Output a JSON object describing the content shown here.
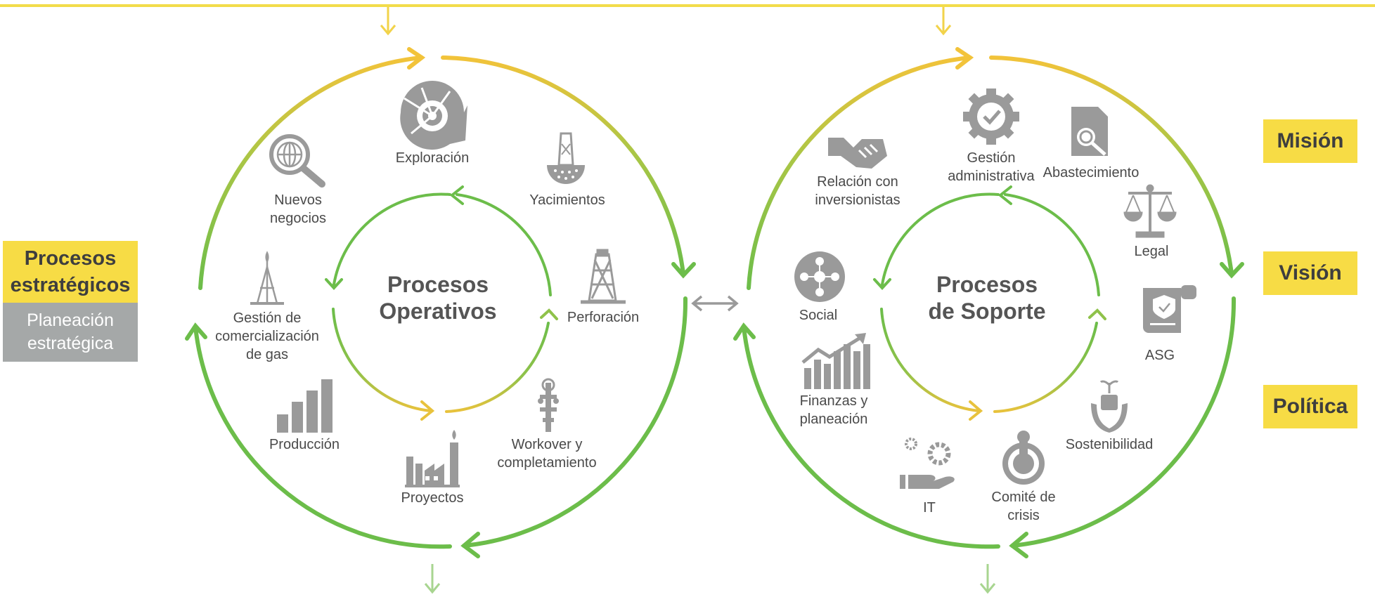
{
  "colors": {
    "yellow": "#f2c33a",
    "green": "#6cbd4a",
    "light_green": "#a8d590",
    "icon_gray": "#9a9a9a",
    "badge_yellow": "#f7dc45",
    "badge_gray": "#a5a8a8"
  },
  "left_panel": {
    "strategic": "Procesos\nestratégicos",
    "planning": "Planeación\nestratégica"
  },
  "operativos": {
    "title": "Procesos\nOperativos",
    "items": [
      {
        "label": "Exploración",
        "icon": "ammonite-fossil-icon"
      },
      {
        "label": "Yacimientos",
        "icon": "reservoir-rig-icon"
      },
      {
        "label": "Perforación",
        "icon": "drilling-rig-icon"
      },
      {
        "label": "Workover y\ncompletamiento",
        "icon": "wellhead-icon"
      },
      {
        "label": "Proyectos",
        "icon": "factory-icon"
      },
      {
        "label": "Producción",
        "icon": "bar-chart-icon"
      },
      {
        "label": "Gestión de\ncomercialización\nde gas",
        "icon": "gas-flare-tower-icon"
      },
      {
        "label": "Nuevos\nnegocios",
        "icon": "globe-magnifier-icon"
      }
    ]
  },
  "soporte": {
    "title": "Procesos\nde Soporte",
    "items": [
      {
        "label": "Gestión\nadministrativa",
        "icon": "gear-check-icon"
      },
      {
        "label": "Abastecimiento",
        "icon": "document-search-icon"
      },
      {
        "label": "Legal",
        "icon": "scales-icon"
      },
      {
        "label": "ASG",
        "icon": "certificate-shield-icon"
      },
      {
        "label": "Sostenibilidad",
        "icon": "hands-plant-icon"
      },
      {
        "label": "Comité de\ncrisis",
        "icon": "joystick-icon"
      },
      {
        "label": "IT",
        "icon": "gears-hand-icon"
      },
      {
        "label": "Finanzas y\nplaneación",
        "icon": "growth-chart-icon"
      },
      {
        "label": "Social",
        "icon": "community-network-icon"
      },
      {
        "label": "Relación con\ninversionistas",
        "icon": "handshake-icon"
      }
    ]
  },
  "right_badges": [
    "Misión",
    "Visión",
    "Política"
  ]
}
